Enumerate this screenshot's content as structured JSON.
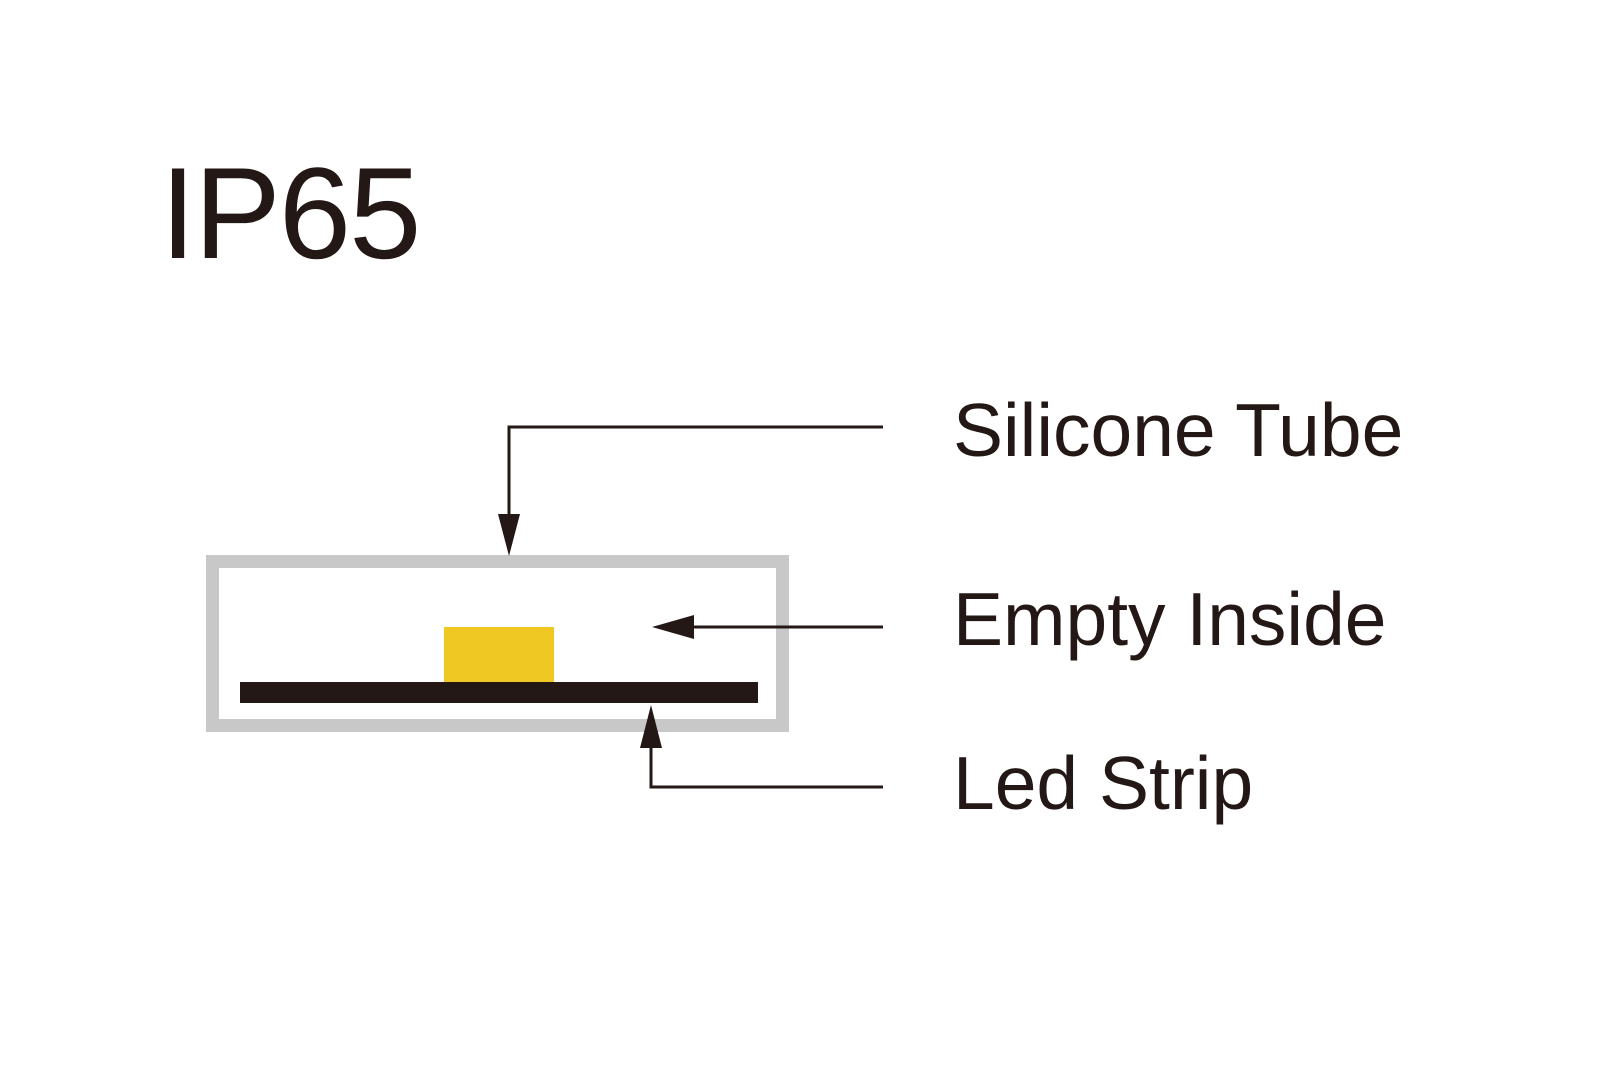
{
  "title": "IP65",
  "labels": {
    "silicone_tube": "Silicone Tube",
    "empty_inside": "Empty Inside",
    "led_strip": "Led Strip"
  },
  "colors": {
    "text": "#231815",
    "tube": "#c8c8c8",
    "led_chip": "#f0c823",
    "strip": "#231815"
  }
}
